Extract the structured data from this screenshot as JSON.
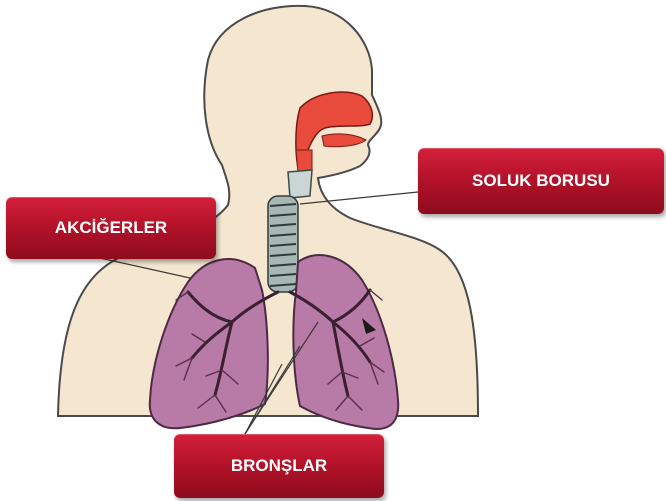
{
  "labels": {
    "trachea": "SOLUK BORUSU",
    "lungs": "AKCİĞERLER",
    "bronchi": "BRONŞLAR"
  },
  "colors": {
    "skin": "#f4e6cf",
    "outline": "#4a4a4a",
    "airway": "#e84a3c",
    "lung": "#b87aa6",
    "label_box": "#b5132a"
  }
}
